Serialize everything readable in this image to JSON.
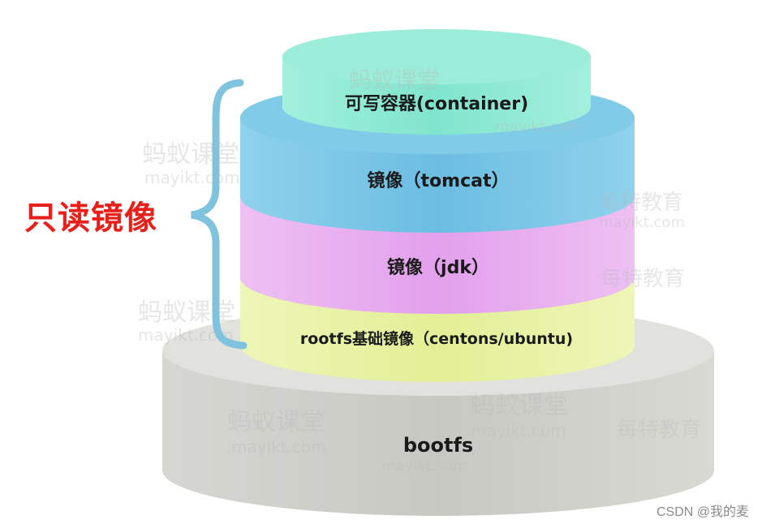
{
  "layers": {
    "container": "可写容器(container)",
    "tomcat": "镜像（tomcat）",
    "jdk": "镜像（jdk）",
    "rootfs": "rootfs基础镜像（centons/ubuntu)",
    "bootfs": "bootfs"
  },
  "bracket_label": "只读镜像",
  "watermarks": {
    "brand_cn": "蚂蚁课堂",
    "brand_url": "mayikt.com",
    "edu_cn": "每特教育"
  },
  "credit": "CSDN @我的麦",
  "colors": {
    "container": "#8ee9d4",
    "tomcat": "#77c4e6",
    "jdk": "#e6a7ee",
    "rootfs": "#e6f29c",
    "bootfs": "#cbcbc6",
    "bracket": "#7fc3df",
    "readonly_label": "#e8201c"
  }
}
